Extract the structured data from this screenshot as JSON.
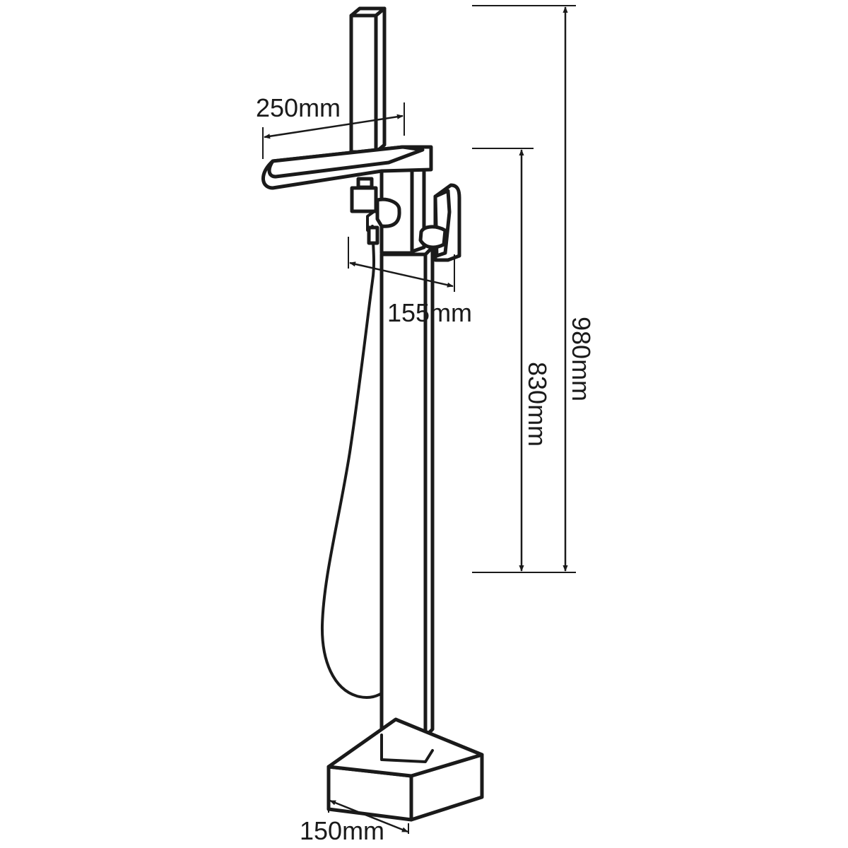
{
  "diagram": {
    "subject": "freestanding bathtub faucet with hand shower",
    "line_color": "#1a1a1a",
    "background_color": "#ffffff",
    "dimensions": {
      "spout_length": "250mm",
      "body_depth": "155mm",
      "spout_height": "830mm",
      "total_height": "980mm",
      "base_width": "150mm"
    }
  }
}
